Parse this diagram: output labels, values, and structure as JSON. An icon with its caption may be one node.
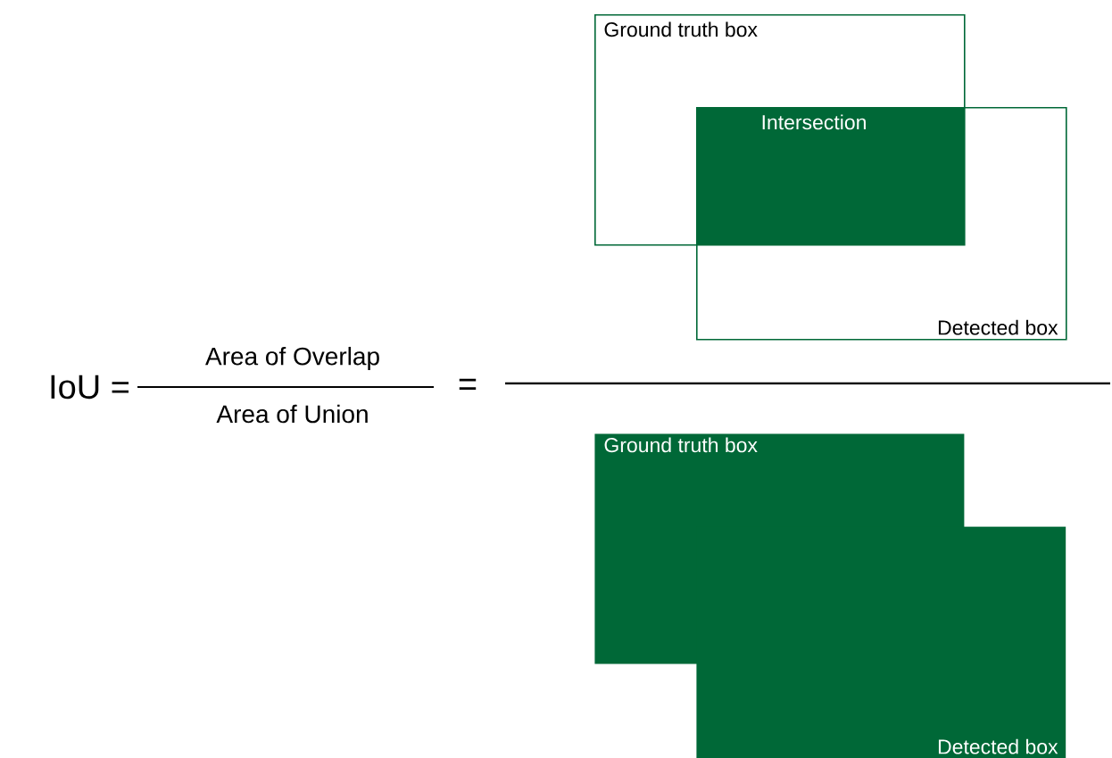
{
  "diagram": {
    "nodes": [
      {
        "text": [
          "Ground truth box"
        ]
      },
      {
        "text": [
          "Detected box"
        ]
      },
      {
        "text": [
          "Intersection"
        ]
      },
      {
        "text": [
          "Ground truth box"
        ]
      },
      {
        "text": [
          "Detected box"
        ]
      }
    ],
    "labels": [
      "IoU =",
      "Area of Overlap",
      "Area of Union",
      "="
    ]
  }
}
